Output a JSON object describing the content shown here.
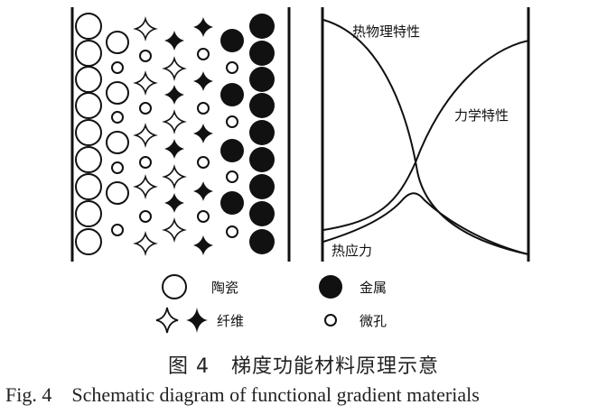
{
  "curves": {
    "thermophysical": "热物理特性",
    "mechanical": "力学特性",
    "thermal_stress": "热应力"
  },
  "legend": {
    "ceramic": "陶瓷",
    "metal": "金属",
    "fiber": "纤维",
    "pore": "微孔"
  },
  "caption": {
    "cn_number": "图 4",
    "cn_title": "梯度功能材料原理示意",
    "en_number": "Fig. 4",
    "en_title": "Schematic diagram of functional gradient materials"
  },
  "colors": {
    "ink": "#111111",
    "caption": "#222222",
    "background": "#ffffff"
  }
}
